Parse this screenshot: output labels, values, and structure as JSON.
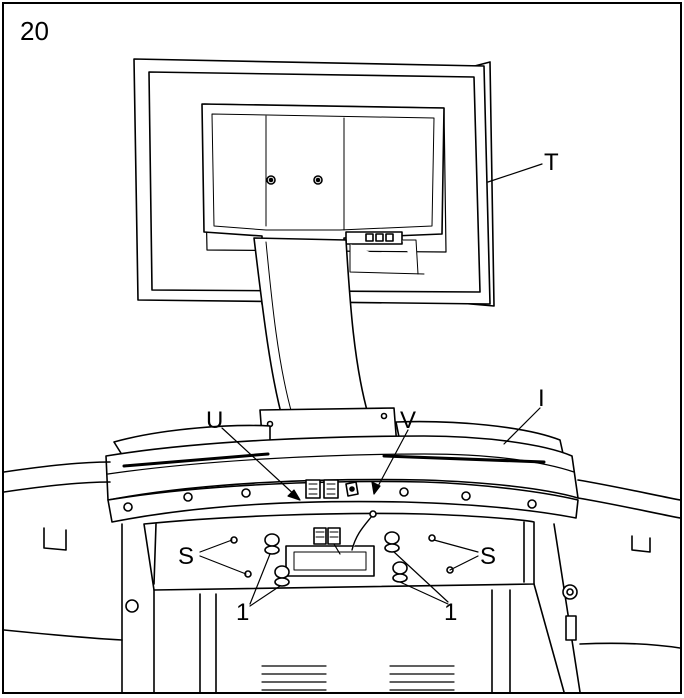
{
  "step_number": "20",
  "callouts": {
    "T": "T",
    "U": "U",
    "V": "V",
    "I": "I",
    "S_left": "S",
    "S_right": "S",
    "one_left": "1",
    "one_right": "1"
  },
  "colors": {
    "line": "#000000",
    "background": "#ffffff"
  }
}
